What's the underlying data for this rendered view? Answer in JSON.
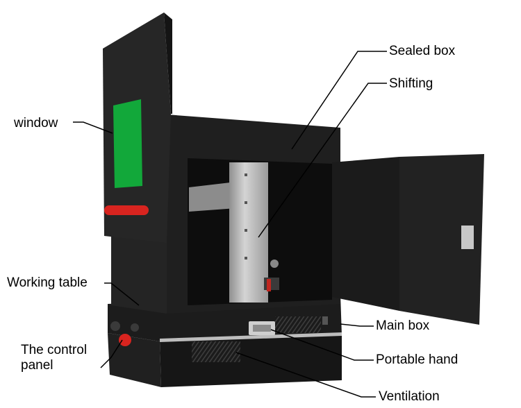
{
  "labels": {
    "sealed_box": "Sealed box",
    "shifting": "Shifting",
    "window": "window",
    "working_table": "Working table",
    "control_panel_line1": "The control",
    "control_panel_line2": "panel",
    "main_box": "Main box",
    "portable_hand": "Portable hand",
    "ventilation": "Ventilation"
  },
  "colors": {
    "body": "#1f1f1f",
    "body_dark": "#141414",
    "window_glass": "#12a83a",
    "handle": "#d8241f",
    "steel": "#b4b4b4",
    "text": "#000000"
  }
}
